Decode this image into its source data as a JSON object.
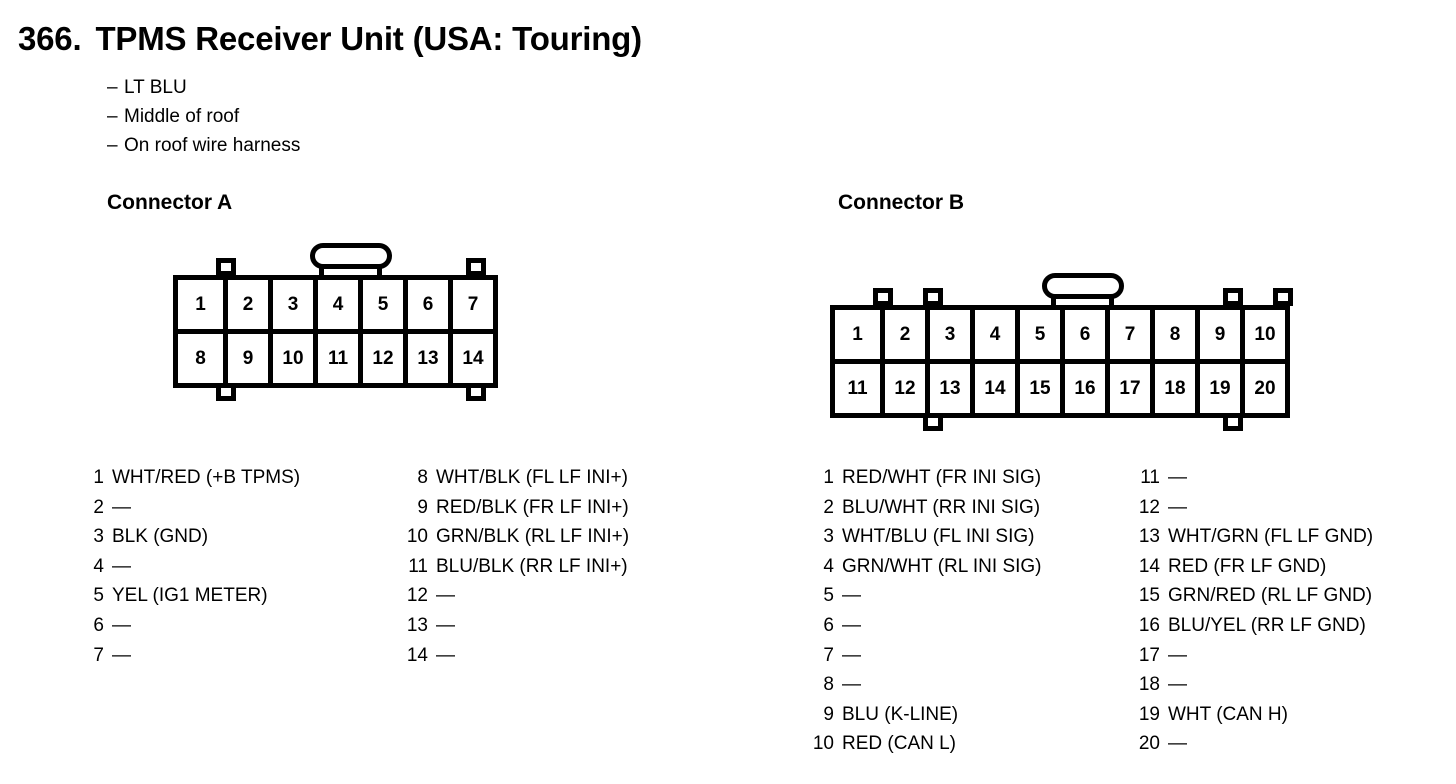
{
  "title": {
    "number": "366.",
    "text": "TPMS Receiver Unit (USA: Touring)"
  },
  "notes": [
    "LT BLU",
    "Middle of roof",
    "On roof wire harness"
  ],
  "note_dash": "–",
  "connectors": [
    {
      "heading": "Connector A",
      "columns": 7,
      "top_row": [
        "1",
        "2",
        "3",
        "4",
        "5",
        "6",
        "7"
      ],
      "bottom_row": [
        "8",
        "9",
        "10",
        "11",
        "12",
        "13",
        "14"
      ],
      "top_tab_boundaries": [
        1,
        6
      ],
      "bottom_tab_boundaries": [
        1,
        6
      ],
      "pins_left": [
        {
          "no": "1",
          "desc": "WHT/RED (+B TPMS)"
        },
        {
          "no": "2",
          "desc": "—"
        },
        {
          "no": "3",
          "desc": "BLK (GND)"
        },
        {
          "no": "4",
          "desc": "—"
        },
        {
          "no": "5",
          "desc": "YEL (IG1 METER)"
        },
        {
          "no": "6",
          "desc": "—"
        },
        {
          "no": "7",
          "desc": "—"
        }
      ],
      "pins_right": [
        {
          "no": "8",
          "desc": "WHT/BLK (FL LF INI+)"
        },
        {
          "no": "9",
          "desc": "RED/BLK (FR LF INI+)"
        },
        {
          "no": "10",
          "desc": "GRN/BLK (RL LF INI+)"
        },
        {
          "no": "11",
          "desc": "BLU/BLK (RR LF INI+)"
        },
        {
          "no": "12",
          "desc": "—"
        },
        {
          "no": "13",
          "desc": "—"
        },
        {
          "no": "14",
          "desc": "—"
        }
      ]
    },
    {
      "heading": "Connector B",
      "columns": 10,
      "top_row": [
        "1",
        "2",
        "3",
        "4",
        "5",
        "6",
        "7",
        "8",
        "9",
        "10"
      ],
      "bottom_row": [
        "11",
        "12",
        "13",
        "14",
        "15",
        "16",
        "17",
        "18",
        "19",
        "20"
      ],
      "top_tab_boundaries": [
        1,
        2,
        8,
        9
      ],
      "bottom_tab_boundaries": [
        2,
        8
      ],
      "pins_left": [
        {
          "no": "1",
          "desc": "RED/WHT (FR INI SIG)"
        },
        {
          "no": "2",
          "desc": "BLU/WHT (RR INI SIG)"
        },
        {
          "no": "3",
          "desc": "WHT/BLU (FL INI SIG)"
        },
        {
          "no": "4",
          "desc": "GRN/WHT (RL INI SIG)"
        },
        {
          "no": "5",
          "desc": "—"
        },
        {
          "no": "6",
          "desc": "—"
        },
        {
          "no": "7",
          "desc": "—"
        },
        {
          "no": "8",
          "desc": "—"
        },
        {
          "no": "9",
          "desc": "BLU (K-LINE)"
        },
        {
          "no": "10",
          "desc": "RED (CAN L)"
        }
      ],
      "pins_right": [
        {
          "no": "11",
          "desc": "—"
        },
        {
          "no": "12",
          "desc": "—"
        },
        {
          "no": "13",
          "desc": "WHT/GRN (FL LF GND)"
        },
        {
          "no": "14",
          "desc": "RED (FR LF GND)"
        },
        {
          "no": "15",
          "desc": "GRN/RED (RL LF GND)"
        },
        {
          "no": "16",
          "desc": "BLU/YEL (RR LF GND)"
        },
        {
          "no": "17",
          "desc": "—"
        },
        {
          "no": "18",
          "desc": "—"
        },
        {
          "no": "19",
          "desc": "WHT (CAN H)"
        },
        {
          "no": "20",
          "desc": "—"
        }
      ]
    }
  ],
  "colors": {
    "ink": "#000000",
    "paper": "#ffffff"
  }
}
